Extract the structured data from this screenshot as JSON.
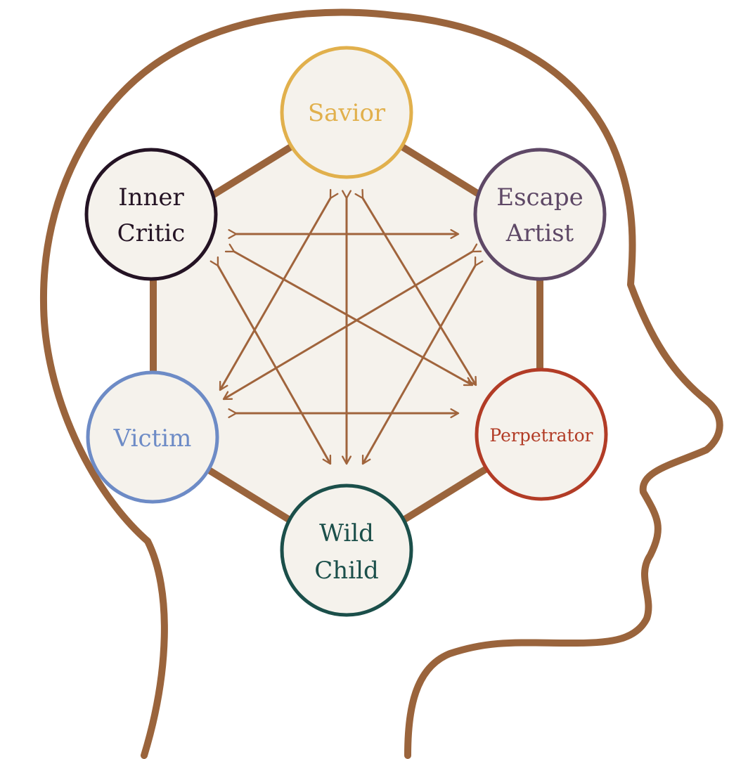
{
  "colors": {
    "outline": "#9a643c",
    "hex_fill": "#f5f2ec",
    "arrow": "#a0643c",
    "background": "#ffffff"
  },
  "nodes": [
    {
      "id": "savior",
      "label_lines": [
        "Savior"
      ],
      "color": "#e1b04c"
    },
    {
      "id": "escape-artist",
      "label_lines": [
        "Escape",
        "Artist"
      ],
      "color": "#5e4866"
    },
    {
      "id": "perpetrator",
      "label_lines": [
        "Perpetrator"
      ],
      "color": "#b23c26"
    },
    {
      "id": "wild-child",
      "label_lines": [
        "Wild",
        "Child"
      ],
      "color": "#1b4f4a"
    },
    {
      "id": "victim",
      "label_lines": [
        "Victim"
      ],
      "color": "#6d8bc6"
    },
    {
      "id": "inner-critic",
      "label_lines": [
        "Inner",
        "Critic"
      ],
      "color": "#241324"
    }
  ],
  "connections": [
    [
      "savior",
      "wild-child"
    ],
    [
      "savior",
      "victim"
    ],
    [
      "savior",
      "perpetrator"
    ],
    [
      "inner-critic",
      "escape-artist"
    ],
    [
      "victim",
      "perpetrator"
    ],
    [
      "inner-critic",
      "perpetrator"
    ],
    [
      "inner-critic",
      "wild-child"
    ],
    [
      "escape-artist",
      "victim"
    ],
    [
      "escape-artist",
      "wild-child"
    ]
  ]
}
